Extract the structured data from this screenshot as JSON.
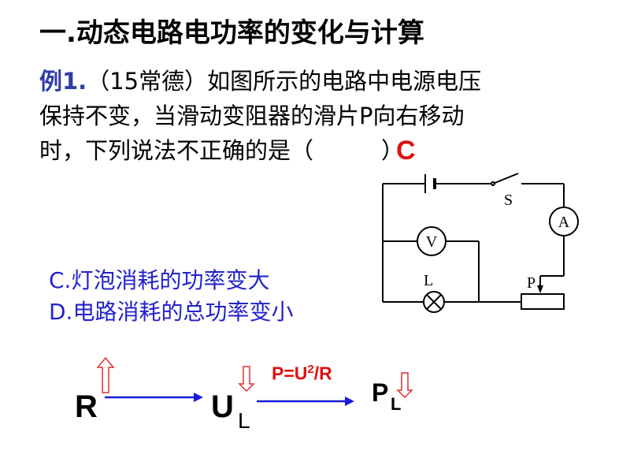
{
  "title": "一.动态电路电功率的变化与计算",
  "question": {
    "example_label": "例1.",
    "line1": "（15常德）如图所示的电路中电源电压",
    "line2": "保持不变，当滑动变阻器的滑片P向右移动",
    "line3_start": "时，下列说法不正确的是（",
    "line3_end": "）",
    "answer": "C"
  },
  "options": {
    "c": "C.灯泡消耗的功率变大",
    "d": "D.电路消耗的总功率变小"
  },
  "circuit": {
    "switch_label": "S",
    "ammeter_label": "A",
    "voltmeter_label": "V",
    "lamp_label": "L",
    "slider_label": "P"
  },
  "analysis": {
    "formula_base": "P=U",
    "formula_exp": "2",
    "formula_tail": "/R",
    "var_r": "R",
    "var_u": "U",
    "var_u_sub": "L",
    "var_p": "P",
    "var_p_sub": "L",
    "arrow_color": "#1a1adb",
    "hollow_arrow_color": "#e03030"
  }
}
